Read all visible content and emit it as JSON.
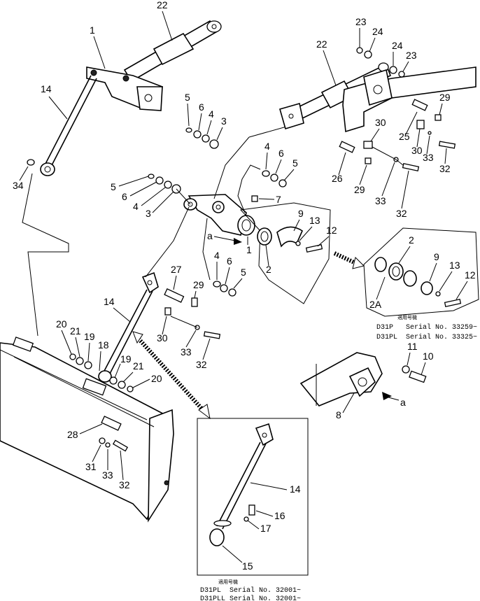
{
  "callouts": {
    "n1": "1",
    "n2": "2",
    "n2a": "2A",
    "n2b": "2",
    "n3a": "3",
    "n3b": "3",
    "n4a": "4",
    "n4b": "4",
    "n4c": "4",
    "n4d": "4",
    "n5a": "5",
    "n5b": "5",
    "n5c": "5",
    "n5d": "5",
    "n6a": "6",
    "n6b": "6",
    "n6c": "6",
    "n6d": "6",
    "n7": "7",
    "n8": "8",
    "n9a": "9",
    "n9b": "9",
    "n10": "10",
    "n11": "11",
    "n12a": "12",
    "n12b": "12",
    "n13a": "13",
    "n13b": "13",
    "n14a": "14",
    "n14b": "14",
    "n14c": "14",
    "n15": "15",
    "n16": "16",
    "n17": "17",
    "n18": "18",
    "n19a": "19",
    "n19b": "19",
    "n20a": "20",
    "n20b": "20",
    "n21a": "21",
    "n21b": "21",
    "n22a": "22",
    "n22b": "22",
    "n23a": "23",
    "n23b": "23",
    "n24a": "24",
    "n24b": "24",
    "n25": "25",
    "n26": "26",
    "n27": "27",
    "n28": "28",
    "n29a": "29",
    "n29b": "29",
    "n29c": "29",
    "n30a": "30",
    "n30b": "30",
    "n30c": "30",
    "n31": "31",
    "n32a": "32",
    "n32b": "32",
    "n32c": "32",
    "n32d": "32",
    "n33a": "33",
    "n33b": "33",
    "n33c": "33",
    "n33d": "33",
    "n34": "34",
    "view_a1": "a",
    "view_a2": "a"
  },
  "inset_right": {
    "jp_label": "適用号機",
    "line1": "D31P   Serial No. 33259~",
    "line2": "D31PL  Serial No. 33325~"
  },
  "inset_bottom": {
    "jp_label": "適用号機",
    "line1": "D31PL  Serial No. 32001~",
    "line2": "D31PLL Serial No. 32001~"
  }
}
